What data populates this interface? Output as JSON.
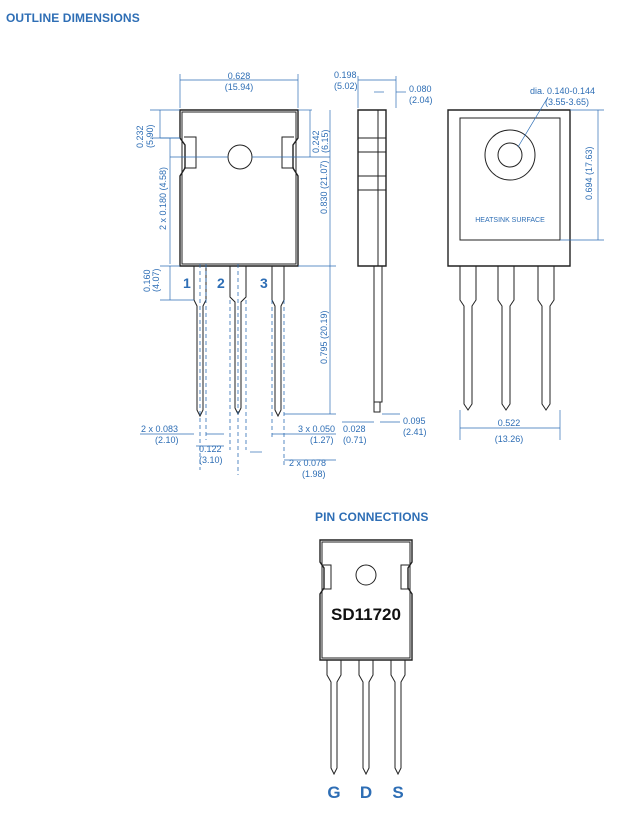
{
  "headings": {
    "outline": "OUTLINE DIMENSIONS",
    "pins": "PIN CONNECTIONS"
  },
  "dimensions": {
    "width_top": "0.628",
    "width_top_mm": "(15.94)",
    "tab_thickness": "0.198",
    "tab_thickness_mm": "(5.02)",
    "side_offset": "0.080",
    "side_offset_mm": "(2.04)",
    "hole_dia": "dia. 0.140-0.144",
    "hole_dia_mm": "(3.55-3.65)",
    "top_to_notch": "0.232",
    "top_to_notch_mm": "(5.90)",
    "hole_center": "0.242",
    "hole_center_mm": "(6.15)",
    "body_height": "0.830 (21.07)",
    "notch_span": "2 x 0.180 (4.58)",
    "heatsink_height": "0.694 (17.63)",
    "lead_shoulder": "0.160",
    "lead_shoulder_mm": "(4.07)",
    "lead_length": "0.795 (20.19)",
    "lead_width": "2 x 0.083",
    "lead_width_mm": "(2.10)",
    "lead_mid_width": "0.122",
    "lead_mid_width_mm": "(3.10)",
    "lead_thickness": "3 x 0.050",
    "lead_thickness_mm": "(1.27)",
    "lead_depth": "0.028",
    "lead_depth_mm": "(0.71)",
    "side_lead": "0.095",
    "side_lead_mm": "(2.41)",
    "pitch": "2 x 0.078",
    "pitch_mm": "(1.98)",
    "back_width": "0.522",
    "back_width_mm": "(13.26)"
  },
  "heatsink_label": "HEATSINK SURFACE",
  "pin_numbers": [
    "1",
    "2",
    "3"
  ],
  "part_number": "SD11720",
  "pin_labels": [
    "G",
    "D",
    "S"
  ]
}
